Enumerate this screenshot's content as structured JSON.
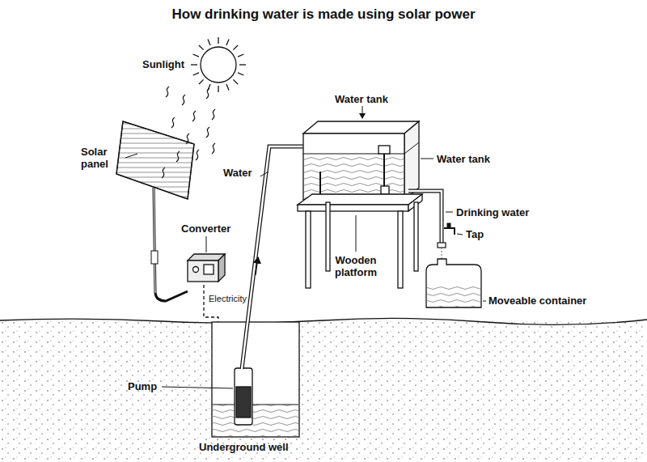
{
  "diagram": {
    "title": "How drinking water is made using solar power",
    "labels": [
      "Sunlight",
      "Solar panel",
      "Converter",
      "Electricity",
      "Water",
      "Water tank",
      "Water tank",
      "Drinking water",
      "Tap",
      "Wooden platform",
      "Moveable container",
      "Pump",
      "Underground well"
    ]
  }
}
